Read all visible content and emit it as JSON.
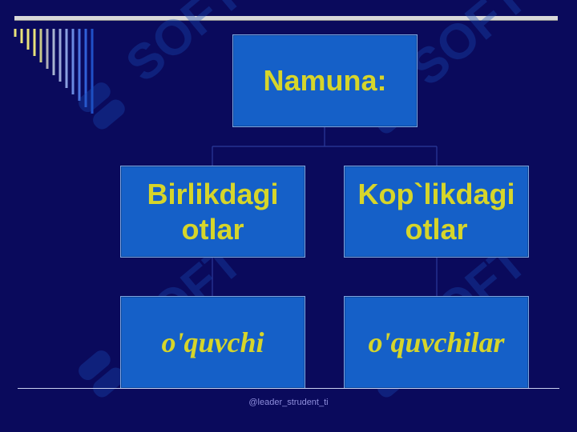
{
  "diagram": {
    "root": {
      "label": "Namuna:"
    },
    "left": {
      "label": "Birlikdagi\notlar",
      "example": "o'quvchi"
    },
    "right": {
      "label": "Kop`likdagi\notlar",
      "example": "o'quvchilar"
    }
  },
  "watermark": {
    "text": "SOFT"
  },
  "footer": {
    "text": "@leader_strudent_ti"
  },
  "colors": {
    "background": "#0a0a5c",
    "box_fill": "#1560c8",
    "box_text": "#d6d52a",
    "line": "#c9d0ef"
  }
}
